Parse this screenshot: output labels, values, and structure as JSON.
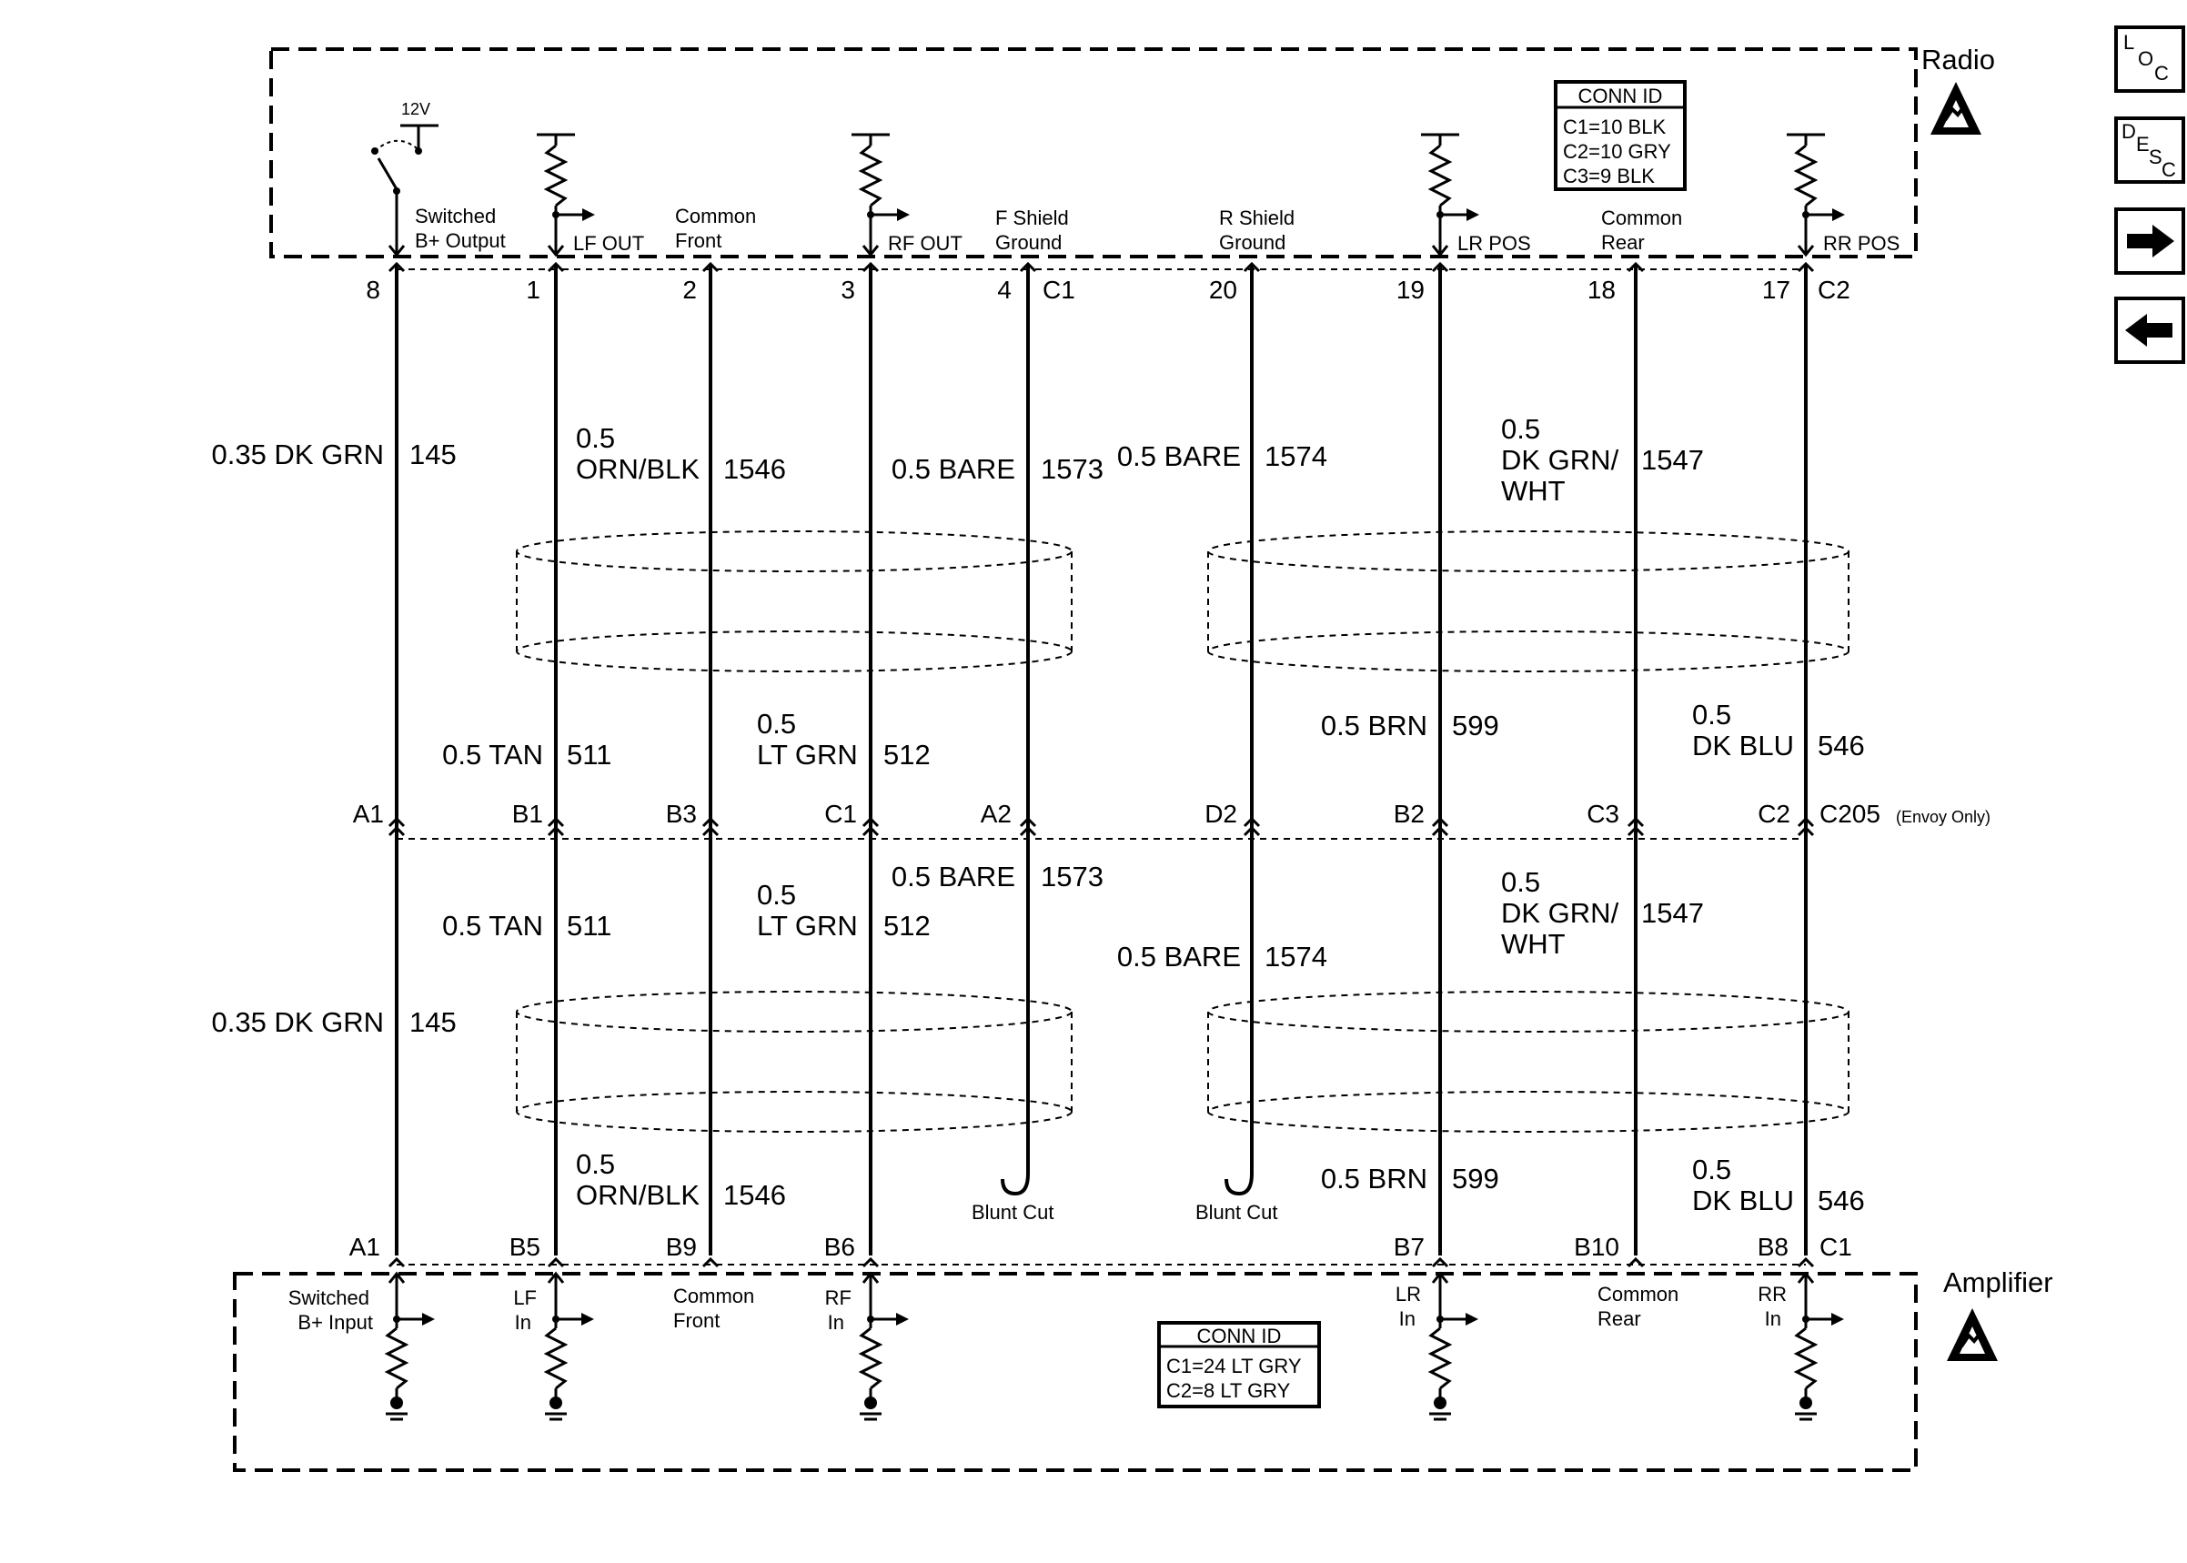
{
  "radio": {
    "title": "Radio",
    "conn_id": {
      "title": "CONN ID",
      "lines": [
        "C1=10 BLK",
        "C2=10 GRY",
        "C3=9 BLK"
      ]
    },
    "switch_label": "12V",
    "terminals": [
      {
        "line1": "Switched",
        "line2": "B+ Output"
      },
      {
        "line1": "LF OUT",
        "line2": ""
      },
      {
        "line1": "Common",
        "line2": "Front"
      },
      {
        "line1": "RF OUT",
        "line2": ""
      },
      {
        "line1": "F Shield",
        "line2": "Ground"
      },
      {
        "line1": "R Shield",
        "line2": "Ground"
      },
      {
        "line1": "LR POS",
        "line2": ""
      },
      {
        "line1": "Common",
        "line2": "Rear"
      },
      {
        "line1": "RR POS",
        "line2": ""
      }
    ],
    "pins": [
      "8",
      "1",
      "2",
      "3",
      "4",
      "20",
      "19",
      "18",
      "17"
    ],
    "connector_labels": [
      "C1",
      "C2"
    ]
  },
  "wires_upper": [
    {
      "lines": [
        "0.35 DK GRN"
      ],
      "circuit": "145"
    },
    {
      "lines": [
        "0.5",
        "ORN/BLK"
      ],
      "circuit": "1546"
    },
    {
      "lines": [
        "0.5 BARE"
      ],
      "circuit": "1573"
    },
    {
      "lines": [
        "0.5 BARE"
      ],
      "circuit": "1574"
    },
    {
      "lines": [
        "0.5",
        "DK GRN/",
        "WHT"
      ],
      "circuit": "1547"
    },
    {
      "lines": [
        "0.5 TAN"
      ],
      "circuit": "511"
    },
    {
      "lines": [
        "0.5",
        "LT GRN"
      ],
      "circuit": "512"
    },
    {
      "lines": [
        "0.5 BRN"
      ],
      "circuit": "599"
    },
    {
      "lines": [
        "0.5",
        "DK BLU"
      ],
      "circuit": "546"
    }
  ],
  "c205": {
    "pins": [
      "A1",
      "B1",
      "B3",
      "C1",
      "A2",
      "D2",
      "B2",
      "C3",
      "C2"
    ],
    "label": "C205",
    "note": "(Envoy Only)"
  },
  "wires_lower": [
    {
      "lines": [
        "0.5 TAN"
      ],
      "circuit": "511"
    },
    {
      "lines": [
        "0.5",
        "LT GRN"
      ],
      "circuit": "512"
    },
    {
      "lines": [
        "0.5 BARE"
      ],
      "circuit": "1573"
    },
    {
      "lines": [
        "0.5 BARE"
      ],
      "circuit": "1574"
    },
    {
      "lines": [
        "0.5",
        "DK GRN/",
        "WHT"
      ],
      "circuit": "1547"
    },
    {
      "lines": [
        "0.35 DK GRN"
      ],
      "circuit": "145"
    },
    {
      "lines": [
        "0.5",
        "ORN/BLK"
      ],
      "circuit": "1546"
    },
    {
      "lines": [
        "0.5 BRN"
      ],
      "circuit": "599"
    },
    {
      "lines": [
        "0.5",
        "DK BLU"
      ],
      "circuit": "546"
    }
  ],
  "blunt_cut_label": "Blunt Cut",
  "amplifier": {
    "title": "Amplifier",
    "pins": [
      "A1",
      "B5",
      "B9",
      "B6",
      "B7",
      "B10",
      "B8"
    ],
    "connector_label": "C1",
    "terminals": [
      {
        "line1": "Switched",
        "line2": "B+ Input"
      },
      {
        "line1": "LF",
        "line2": "In"
      },
      {
        "line1": "Common",
        "line2": "Front"
      },
      {
        "line1": "RF",
        "line2": "In"
      },
      {
        "line1": "LR",
        "line2": "In"
      },
      {
        "line1": "Common",
        "line2": "Rear"
      },
      {
        "line1": "RR",
        "line2": "In"
      }
    ],
    "conn_id": {
      "title": "CONN ID",
      "lines": [
        "C1=24 LT GRY",
        "C2=8 LT GRY"
      ]
    }
  },
  "nav": {
    "loc": [
      "L",
      "O",
      "C"
    ],
    "desc": [
      "D",
      "E",
      "S",
      "C"
    ],
    "next_icon": "arrow-right-icon",
    "prev_icon": "arrow-left-icon"
  }
}
